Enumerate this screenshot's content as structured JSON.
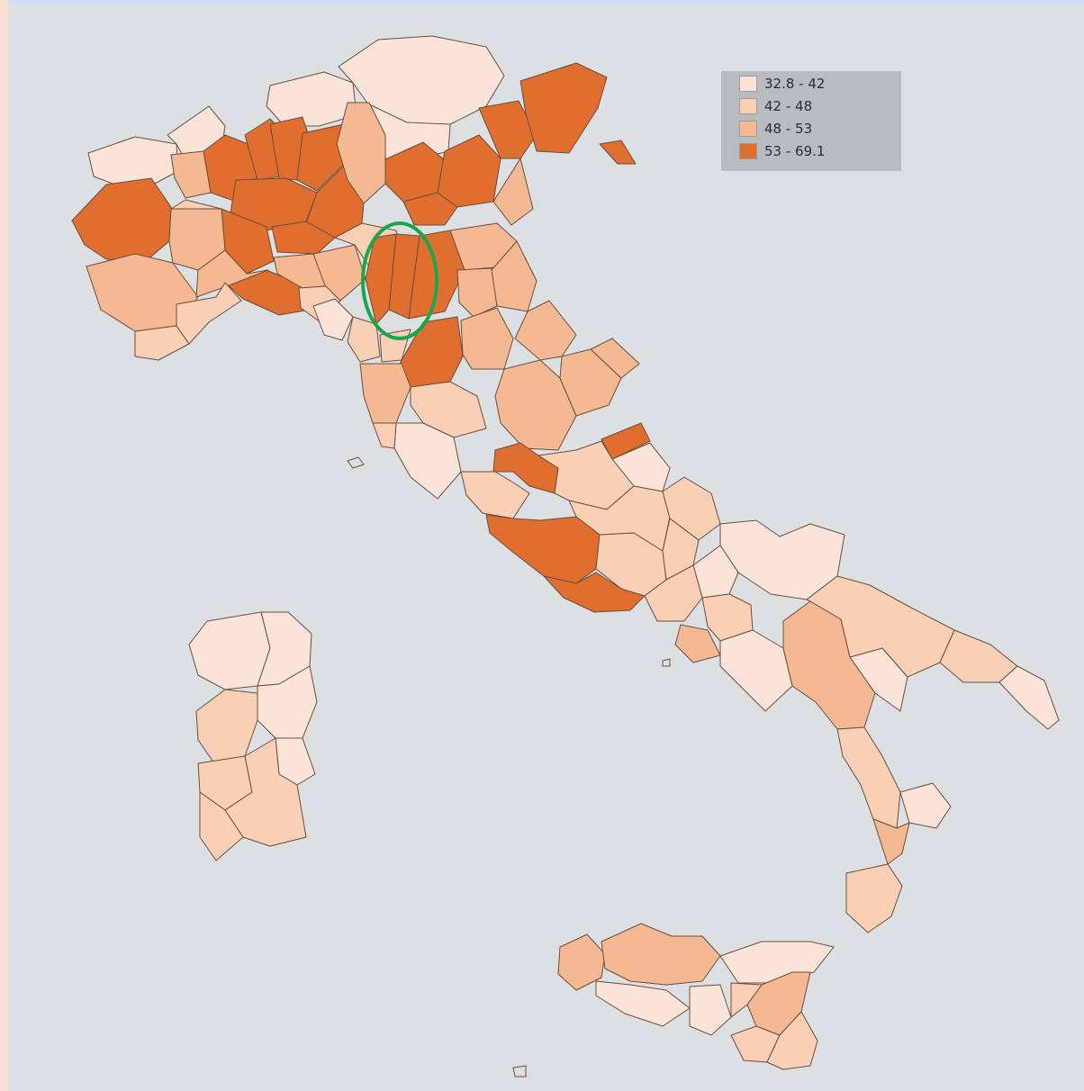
{
  "legend": {
    "items": [
      {
        "label": "32.8 - 42",
        "color": "#fbe4d7"
      },
      {
        "label": "42 - 48",
        "color": "#f9d0b6"
      },
      {
        "label": "48 - 53",
        "color": "#f4b992"
      },
      {
        "label": "53 - 69.1",
        "color": "#e06e2f"
      }
    ]
  },
  "highlight": {
    "color": "#1aa64a"
  },
  "colors": {
    "background": "#dde0e3",
    "border": "#6b4e3e",
    "left_strip": "#fde0d7"
  }
}
